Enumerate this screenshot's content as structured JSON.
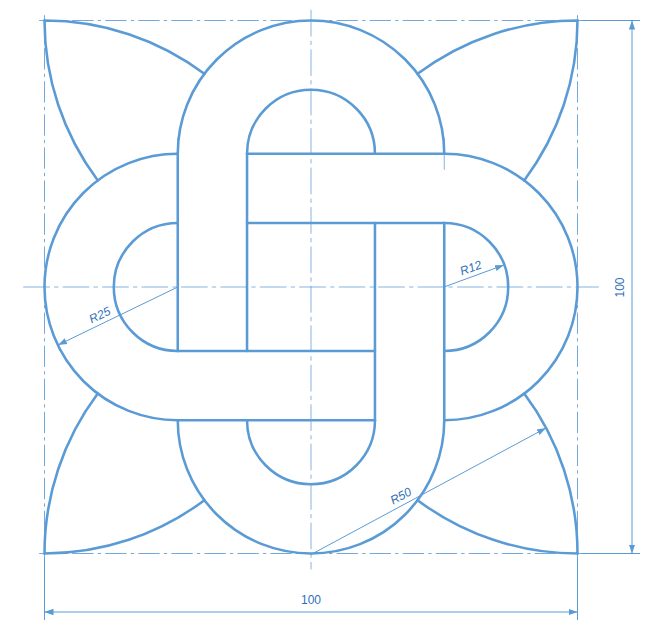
{
  "diagram": {
    "labels": [
      "R25",
      "R12",
      "R50",
      "100",
      "100"
    ]
  }
}
